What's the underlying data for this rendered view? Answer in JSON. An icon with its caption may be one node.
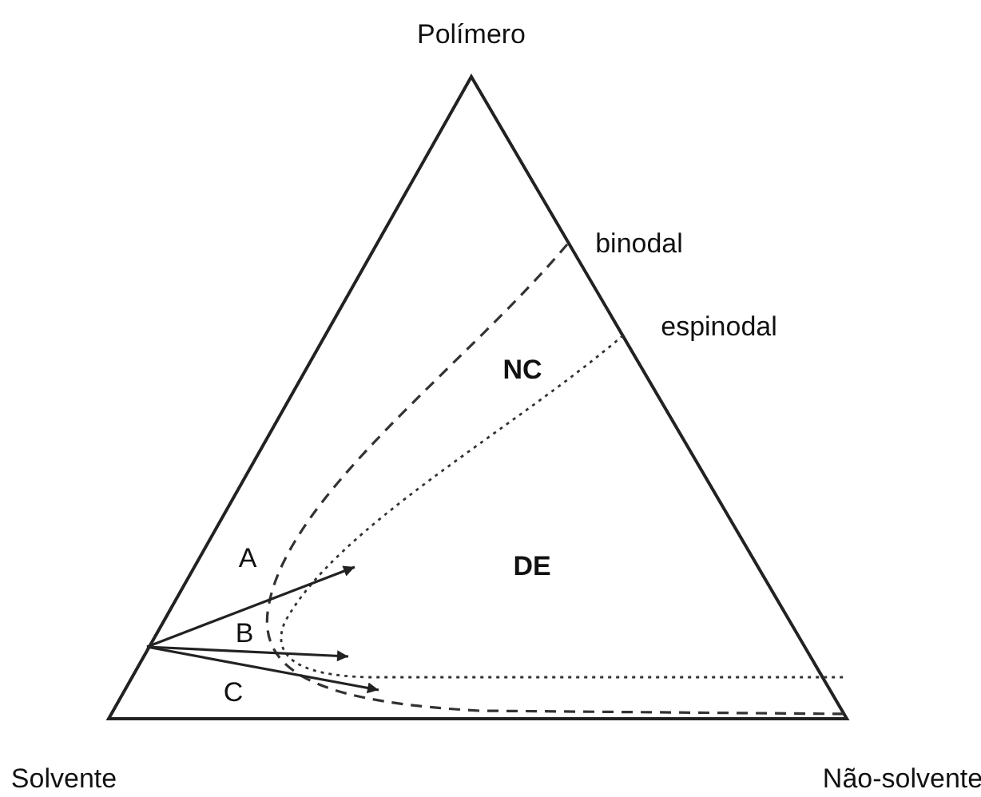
{
  "diagram": {
    "labels": [
      "Polímero",
      "binodal",
      "espinodal",
      "NC",
      "A",
      "DE",
      "B",
      "C",
      "Solvente",
      "Não-solvente"
    ]
  }
}
